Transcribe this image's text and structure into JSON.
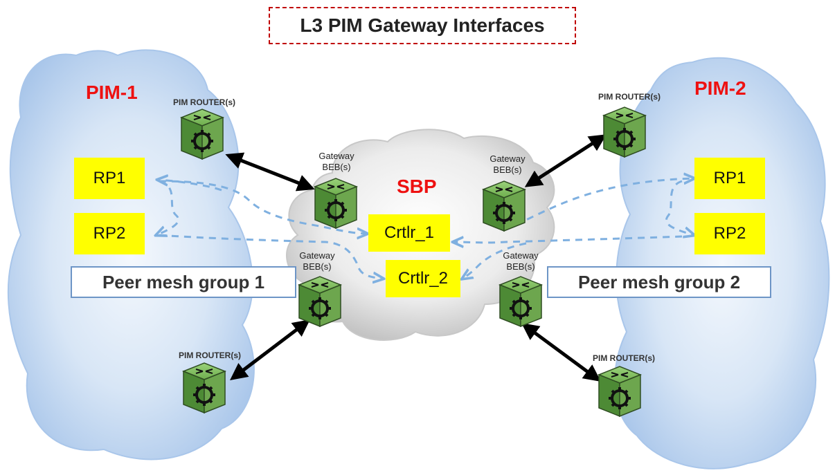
{
  "title": "L3 PIM Gateway Interfaces",
  "clouds": {
    "left_label": "PIM-1",
    "right_label": "PIM-2",
    "center_label": "SBP"
  },
  "router_labels": {
    "pim_router": "PIM ROUTER(s)",
    "gateway_line1": "Gateway",
    "gateway_line2": "BEB(s)"
  },
  "rendezvous_points": {
    "left_rp1": "RP1",
    "left_rp2": "RP2",
    "right_rp1": "RP1",
    "right_rp2": "RP2"
  },
  "controllers": {
    "ctrl1": "Crtlr_1",
    "ctrl2": "Crtlr_2"
  },
  "mesh_groups": {
    "group1": "Peer mesh group 1",
    "group2": "Peer mesh group 2"
  },
  "colors": {
    "cloud_blue": "#bcd3ee",
    "cloud_gray": "#d9d9d9",
    "router_green": "#6fae4e",
    "rp_yellow": "#ffff00",
    "label_red": "#ee1111",
    "dashed_arrow": "#7fb0e0",
    "link_black": "#000000"
  },
  "icons": {
    "router": "router-icon"
  }
}
